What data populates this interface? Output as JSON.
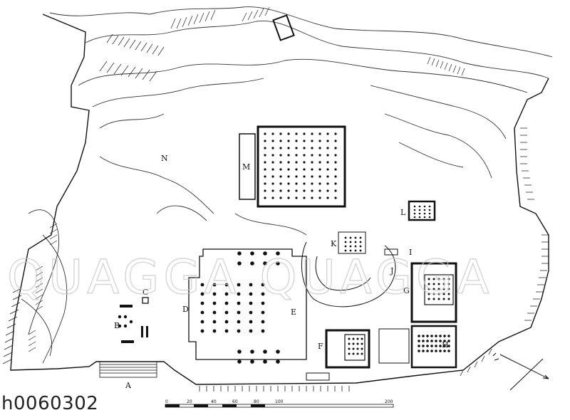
{
  "image_code": "h0060302",
  "watermark": "QUAGGA QUAGGA",
  "labels": {
    "A": "A",
    "B": "B",
    "C": "C",
    "D": "D",
    "E": "E",
    "F": "F",
    "G": "G",
    "H": "H",
    "I": "I",
    "J": "J",
    "K": "K",
    "L": "L",
    "M": "M",
    "N": "N"
  },
  "scale_bar": {
    "ticks": [
      "0",
      "20",
      "40",
      "60",
      "80",
      "100",
      "200"
    ]
  },
  "colors": {
    "ink": "#111111",
    "hatch": "#333333",
    "watermark": "#c9c9c9"
  }
}
